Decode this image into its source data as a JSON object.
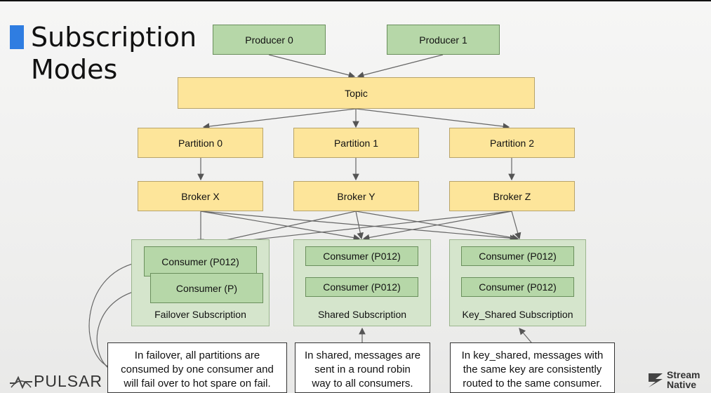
{
  "slide": {
    "title_line1": "Subscription",
    "title_line2": "Modes",
    "accent_color": "#2f7de1"
  },
  "producers": [
    "Producer 0",
    "Producer 1"
  ],
  "topic": "Topic",
  "partitions": [
    "Partition 0",
    "Partition 1",
    "Partition 2"
  ],
  "brokers": [
    "Broker X",
    "Broker Y",
    "Broker Z"
  ],
  "subscriptions": {
    "failover": {
      "label": "Failover Subscription",
      "consumers": [
        "Consumer (P012)",
        "Consumer (P)"
      ],
      "note": [
        "In failover, all partitions are",
        "consumed by one consumer and",
        "will fail over to hot spare on fail."
      ]
    },
    "shared": {
      "label": "Shared Subscription",
      "consumers": [
        "Consumer (P012)",
        "Consumer (P012)"
      ],
      "note": [
        "In shared, messages are",
        "sent in a round robin",
        "way to all consumers."
      ]
    },
    "key_shared": {
      "label": "Key_Shared Subscription",
      "consumers": [
        "Consumer (P012)",
        "Consumer (P012)"
      ],
      "note": [
        "In key_shared, messages with",
        "the same key are consistently",
        "routed to the same consumer."
      ]
    }
  },
  "logos": {
    "pulsar": "PULSAR",
    "streamnative_line1": "Stream",
    "streamnative_line2": "Native"
  },
  "colors": {
    "green_fill": "#b6d7a8",
    "yellow_fill": "#fde59a",
    "panel_fill": "#d5e5cc"
  }
}
